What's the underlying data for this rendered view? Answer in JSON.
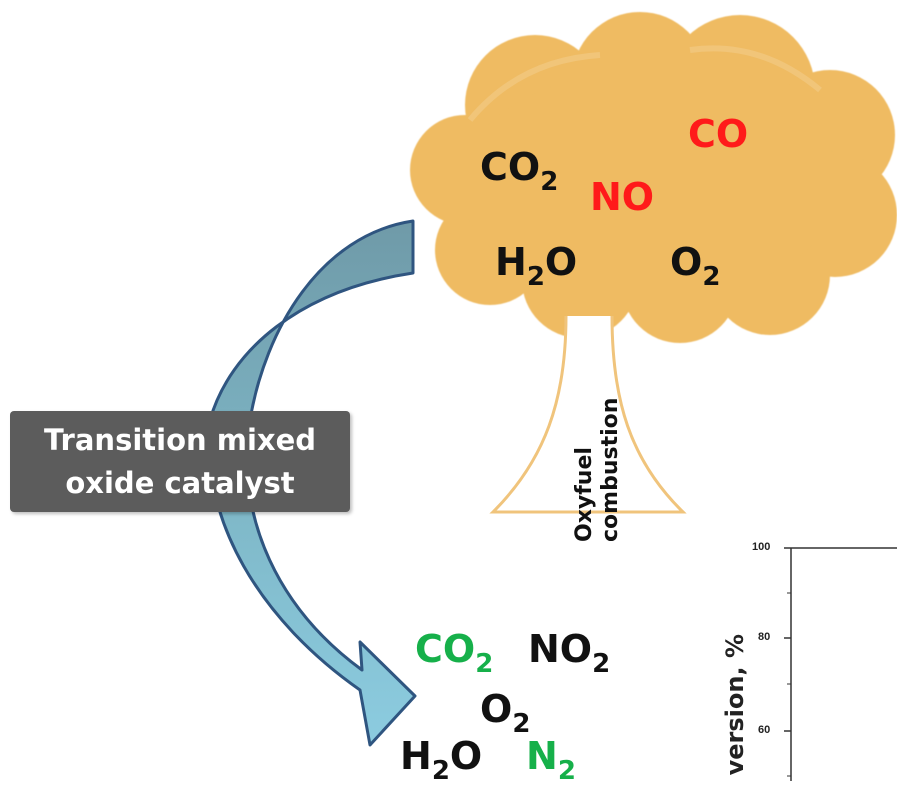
{
  "cloud_molecules": [
    {
      "base": "CO",
      "sub": "2",
      "color": "black"
    },
    {
      "base": "CO",
      "sub": "",
      "color": "red"
    },
    {
      "base": "NO",
      "sub": "",
      "color": "red"
    },
    {
      "base": "H",
      "sub": "2",
      "tail": "O",
      "color": "black"
    },
    {
      "base": "O",
      "sub": "2",
      "color": "black"
    }
  ],
  "flame_label": {
    "line1": "Oxyfuel",
    "line2": "combustion"
  },
  "catalyst_box": {
    "line1": "Transition mixed",
    "line2": "oxide catalyst"
  },
  "product_molecules": [
    {
      "base": "CO",
      "sub": "2",
      "color": "green"
    },
    {
      "base": "NO",
      "sub": "2",
      "color": "black"
    },
    {
      "base": "O",
      "sub": "2",
      "color": "black"
    },
    {
      "base": "H",
      "sub": "2",
      "tail": "O",
      "color": "black"
    },
    {
      "base": "N",
      "sub": "2",
      "color": "green"
    }
  ],
  "inset_chart": {
    "ylabel_fragment": "version, %",
    "y_ticks": [
      "100",
      "80",
      "60"
    ]
  },
  "colors": {
    "cloud_fill": "#efbb62",
    "flame_stroke": "#f0c47c",
    "arrow_top": "#6f9aa8",
    "arrow_bottom": "#8ccce0",
    "arrow_stroke": "#2f5580",
    "catalyst_box": "#5c5c5c",
    "red": "#ff1a1a",
    "green": "#16b04a"
  }
}
